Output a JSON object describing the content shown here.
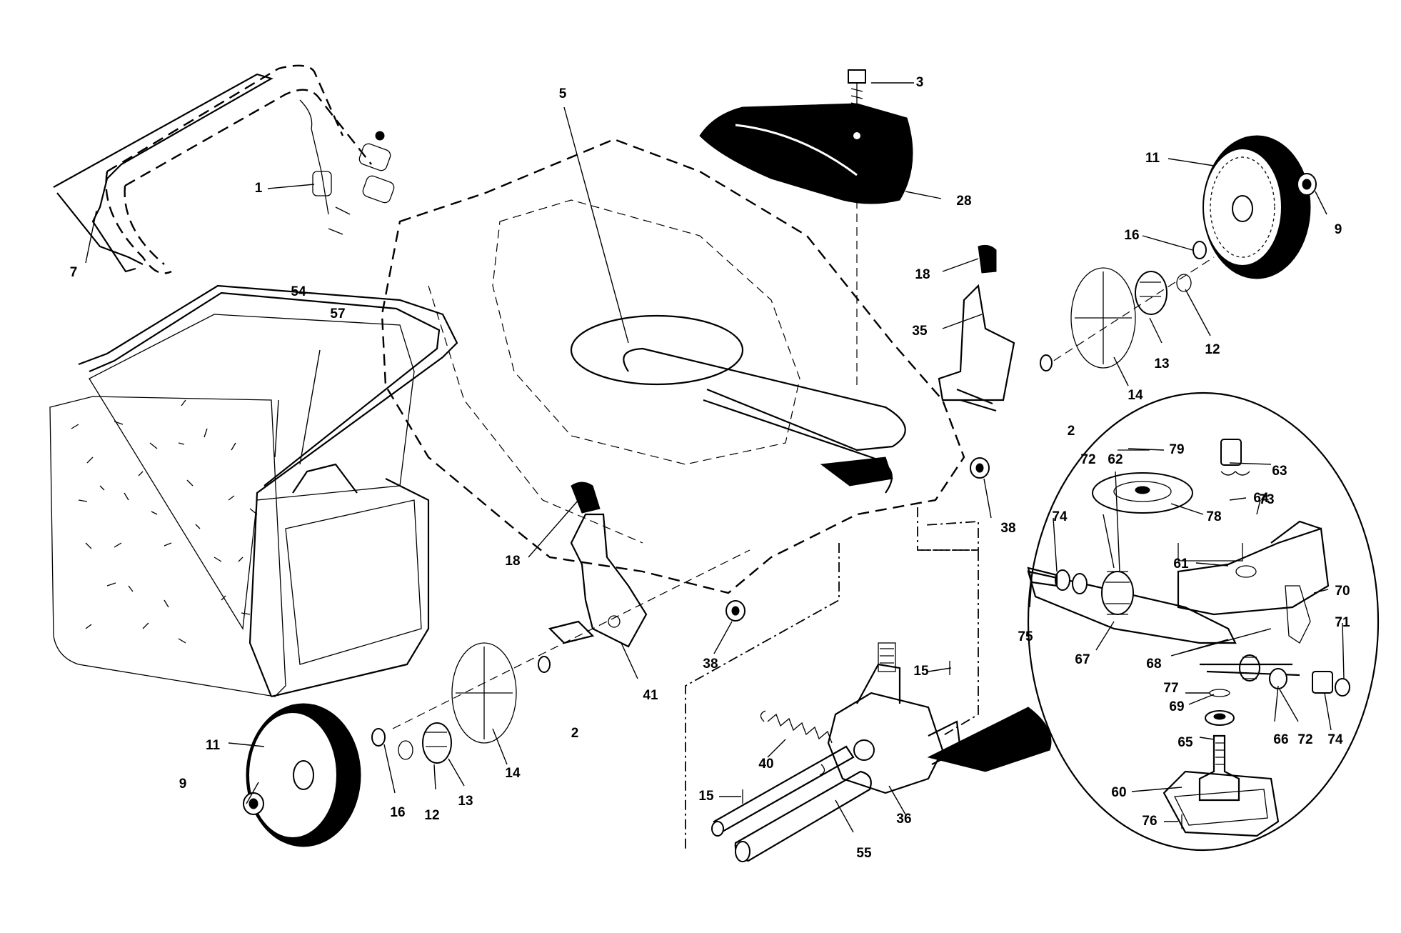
{
  "labels": [
    {
      "id": "1",
      "text": "1"
    },
    {
      "id": "2a",
      "text": "2"
    },
    {
      "id": "2b",
      "text": "2"
    },
    {
      "id": "3",
      "text": "3"
    },
    {
      "id": "5",
      "text": "5"
    },
    {
      "id": "7",
      "text": "7"
    },
    {
      "id": "9a",
      "text": "9"
    },
    {
      "id": "9b",
      "text": "9"
    },
    {
      "id": "11a",
      "text": "11"
    },
    {
      "id": "11b",
      "text": "11"
    },
    {
      "id": "12a",
      "text": "12"
    },
    {
      "id": "12b",
      "text": "12"
    },
    {
      "id": "13a",
      "text": "13"
    },
    {
      "id": "13b",
      "text": "13"
    },
    {
      "id": "14a",
      "text": "14"
    },
    {
      "id": "14b",
      "text": "14"
    },
    {
      "id": "15a",
      "text": "15"
    },
    {
      "id": "15b",
      "text": "15"
    },
    {
      "id": "16a",
      "text": "16"
    },
    {
      "id": "16b",
      "text": "16"
    },
    {
      "id": "18a",
      "text": "18"
    },
    {
      "id": "18b",
      "text": "18"
    },
    {
      "id": "28",
      "text": "28"
    },
    {
      "id": "35",
      "text": "35"
    },
    {
      "id": "36",
      "text": "36"
    },
    {
      "id": "38a",
      "text": "38"
    },
    {
      "id": "38b",
      "text": "38"
    },
    {
      "id": "40",
      "text": "40"
    },
    {
      "id": "41",
      "text": "41"
    },
    {
      "id": "54",
      "text": "54"
    },
    {
      "id": "55",
      "text": "55"
    },
    {
      "id": "57",
      "text": "57"
    },
    {
      "id": "60",
      "text": "60"
    },
    {
      "id": "61",
      "text": "61"
    },
    {
      "id": "62",
      "text": "62"
    },
    {
      "id": "63",
      "text": "63"
    },
    {
      "id": "64",
      "text": "64"
    },
    {
      "id": "65",
      "text": "65"
    },
    {
      "id": "66",
      "text": "66"
    },
    {
      "id": "67",
      "text": "67"
    },
    {
      "id": "68",
      "text": "68"
    },
    {
      "id": "69",
      "text": "69"
    },
    {
      "id": "70",
      "text": "70"
    },
    {
      "id": "71",
      "text": "71"
    },
    {
      "id": "72a",
      "text": "72"
    },
    {
      "id": "72b",
      "text": "72"
    },
    {
      "id": "73",
      "text": "73"
    },
    {
      "id": "74a",
      "text": "74"
    },
    {
      "id": "74b",
      "text": "74"
    },
    {
      "id": "75",
      "text": "75"
    },
    {
      "id": "76",
      "text": "76"
    },
    {
      "id": "77",
      "text": "77"
    },
    {
      "id": "78",
      "text": "78"
    },
    {
      "id": "79",
      "text": "79"
    }
  ]
}
